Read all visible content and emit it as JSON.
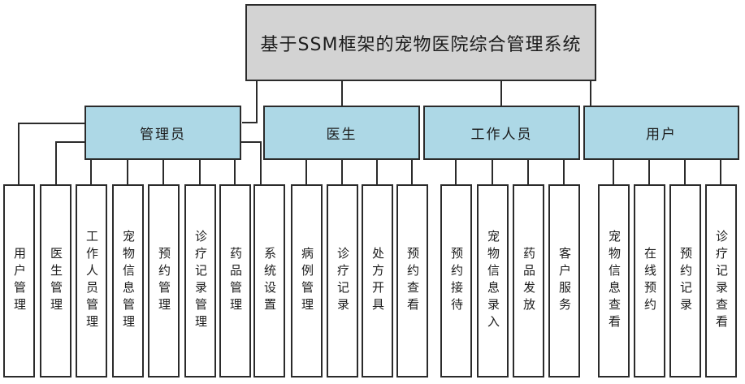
{
  "title": "基于SSM框架的宠物医院综合管理系统",
  "colors": {
    "title_fill": "#d3d3d3",
    "role_fill": "#add8e6",
    "leaf_fill": "#ffffff",
    "line": "#2b2b2b"
  },
  "groups": [
    {
      "label": "管理员",
      "children": [
        "用户管理",
        "医生管理",
        "工作人员管理",
        "宠物信息管理",
        "预约管理",
        "诊疗记录管理",
        "药品管理",
        "系统设置"
      ]
    },
    {
      "label": "医生",
      "children": [
        "病例管理",
        "诊疗记录",
        "处方开具",
        "预约查看"
      ]
    },
    {
      "label": "工作人员",
      "children": [
        "预约接待",
        "宠物信息录入",
        "药品发放",
        "客户服务"
      ]
    },
    {
      "label": "用户",
      "children": [
        "宠物信息查看",
        "在线预约",
        "预约记录",
        "诊疗记录查看"
      ]
    }
  ]
}
